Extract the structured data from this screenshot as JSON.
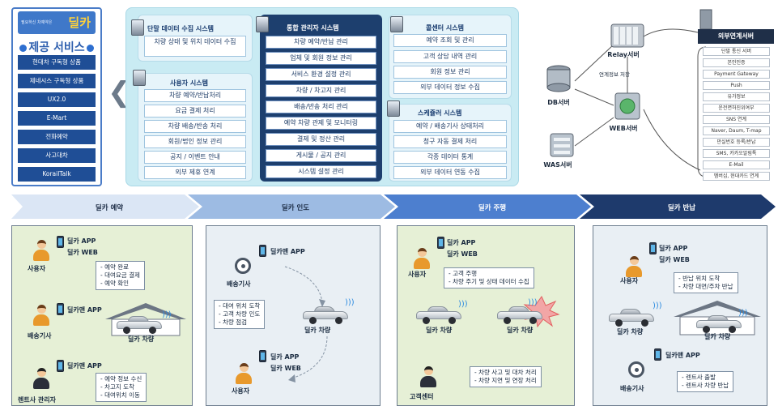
{
  "services": {
    "logo_tag": "필요하신 차예약은",
    "logo_brand": "딜카",
    "title": "제공 서비스",
    "items": [
      "현대차 구독형 상품",
      "제네시스 구독형 상품",
      "UX2.0",
      "E-Mart",
      "전화예약",
      "사고대차",
      "KorailTalk"
    ]
  },
  "systems": {
    "terminal": {
      "title": "단말 데이터 수집 시스템",
      "items": [
        "차량 상태 및 위치 데이터 수집"
      ]
    },
    "user": {
      "title": "사용자 시스템",
      "items": [
        "차량 예약/반납처리",
        "요금 결제 처리",
        "차량 배송/반송 처리",
        "회원/법인 정보 관리",
        "공지 / 이벤트 안내",
        "외부 제휴 연계"
      ]
    },
    "admin": {
      "title": "통합 관리자 시스템",
      "items": [
        "차량 예약/반납 관리",
        "업체 및 회원 정보 관리",
        "서비스 환경 설정 관리",
        "차량 / 차고지 관리",
        "배송/반송 처리 관리",
        "예약 차량 관제 및 모니터링",
        "결제 및 정산 관리",
        "게시물 / 공지 관리",
        "시스템 설정 관리"
      ]
    },
    "callcenter": {
      "title": "콜센터 시스템",
      "items": [
        "예약 조회 및 관리",
        "고객 상담 내역 관리",
        "회원 정보 관리",
        "외부 데이터 정보 수집"
      ]
    },
    "scheduler": {
      "title": "스케쥴러 시스템",
      "items": [
        "예약 / 배송기사 상태처리",
        "청구 자동 결제 처리",
        "각종 데이터 통계",
        "외부 데이터 연동 수집"
      ]
    }
  },
  "servers": {
    "relay": "Relay서버",
    "db": "DB서버",
    "web": "WEB서버",
    "was": "WAS서버",
    "link_note": "연계정보 저장",
    "external_title": "외부연계서버",
    "external_items": [
      "단말 통신 서버",
      "본인인증",
      "Payment Gateway",
      "Push",
      "유가정보",
      "운전면허진위여부",
      "SNS 연계",
      "Naver, Daum, T-map",
      "만실번호 등록/반납",
      "SMS, 카카오알림톡",
      "E-Mail",
      "멤버십, 현대카드 연계"
    ]
  },
  "stages": [
    "딜카 예약",
    "딜카 인도",
    "딜카 주행",
    "딜카 반납"
  ],
  "scenario1": {
    "app": "딜카 APP",
    "web": "딜카 WEB",
    "user": "사용자",
    "user_notes": [
      "- 예약 완료",
      "- 대여요금 결제",
      "- 예약 확인"
    ],
    "driver_app": "딜카맨 APP",
    "driver": "배송기사",
    "car": "딜카 차량",
    "admin_app": "딜카맨 APP",
    "admin": "렌트사 관리자",
    "admin_notes": [
      "- 예약 정보 수신",
      "- 차고지 도착",
      "- 대여위치 이동"
    ]
  },
  "scenario2": {
    "driver_app": "딜카맨 APP",
    "driver": "배송기사",
    "notes": [
      "- 대여 위치 도착",
      "- 고객 차량 인도",
      "- 차량 점검"
    ],
    "car": "딜카 차량",
    "app": "딜카 APP",
    "web": "딜카 WEB",
    "user": "사용자"
  },
  "scenario3": {
    "app": "딜카 APP",
    "web": "딜카 WEB",
    "user": "사용자",
    "user_notes": [
      "- 고객 주행",
      "- 차량 주기 및 상태 데이터 수집"
    ],
    "car1": "딜카 차량",
    "car2": "딜카 차량",
    "center": "고객센터",
    "center_notes": [
      "- 차량 사고 및 대차 처리",
      "- 차량 지연 및 연장 처리"
    ]
  },
  "scenario4": {
    "app": "딜카 APP",
    "web": "딜카 WEB",
    "user": "사용자",
    "user_notes": [
      "- 반납 위치 도착",
      "- 차량 대면/주차 반납"
    ],
    "car1": "딜카 차량",
    "car2": "딜카 차량",
    "driver_app": "딜카맨 APP",
    "driver": "배송기사",
    "driver_notes": [
      "- 렌트사 출발",
      "- 렌트사 차량 반납"
    ]
  }
}
